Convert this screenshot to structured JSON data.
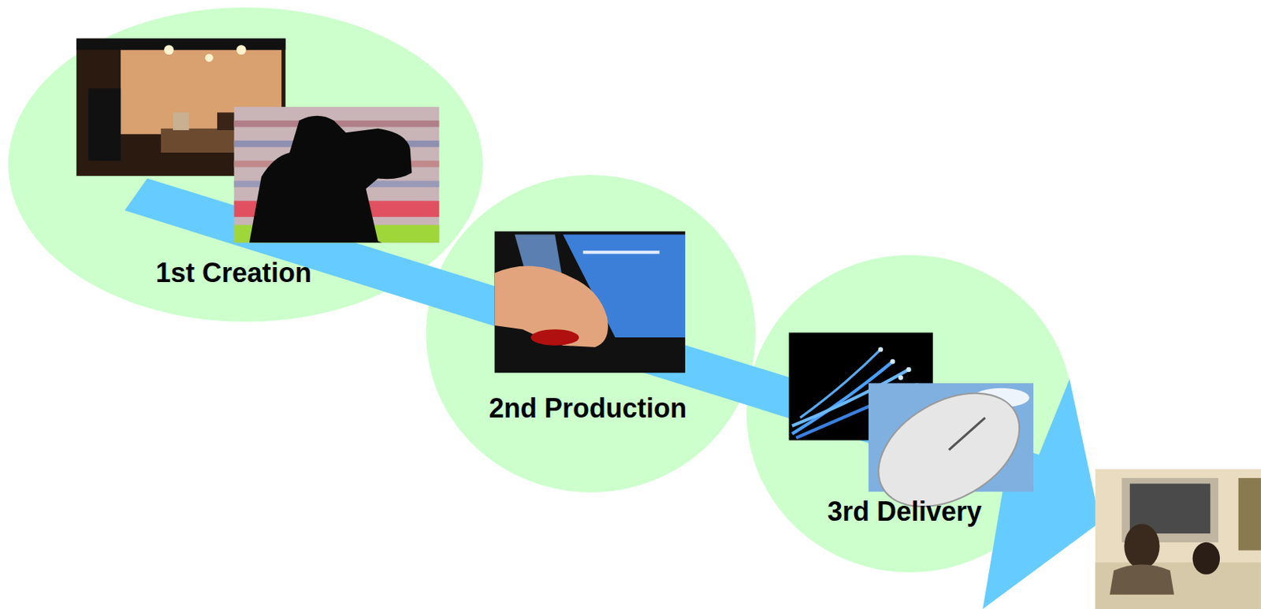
{
  "diagram": {
    "nodes": [
      {
        "text": [
          "1st Creation"
        ]
      },
      {
        "text": [
          "2nd Production"
        ]
      },
      {
        "text": [
          "3rd Delivery"
        ]
      }
    ]
  }
}
